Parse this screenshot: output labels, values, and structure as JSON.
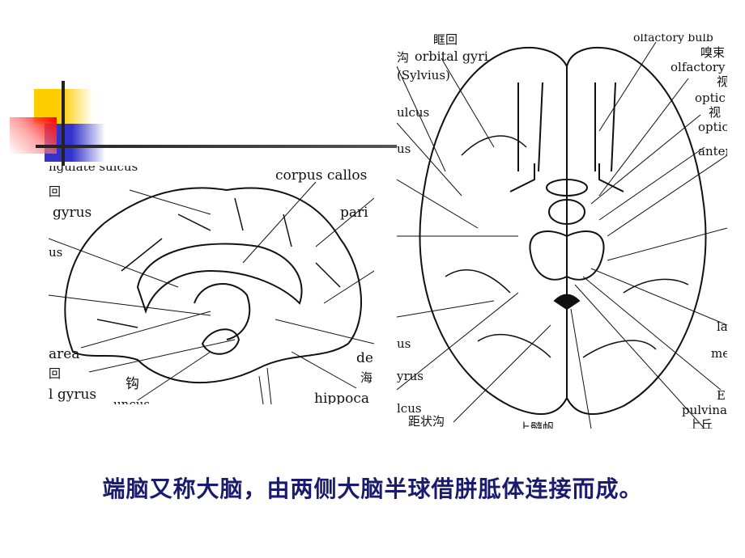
{
  "slide": {
    "caption": "端脑又称大脑，由两侧大脑半球借胼胝体连接而成。",
    "colors": {
      "caption": "#1a1a6e",
      "yellow": "#ffcc00",
      "blue": "#3333cc",
      "red": "#ff0000"
    }
  },
  "left_figure": {
    "labels": [
      "ngulate sulcus",
      "回",
      "gyrus",
      "us",
      "corpus callos",
      "pari",
      "area",
      "回",
      "钩",
      "l gyrus",
      "uncus",
      "de",
      "海",
      "hippoca"
    ]
  },
  "right_figure": {
    "labels": [
      "眶回",
      "orbital gyri",
      "沟",
      "(Sylvius)",
      "ulcus",
      "us",
      "olfactory bulb",
      "嗅束",
      "olfactory",
      "视",
      "optic",
      "视",
      "optic",
      "anter",
      "la",
      "me",
      "E",
      "pulvina",
      "上丘",
      "us",
      "yrus",
      "lcus",
      "距状沟",
      "上髓帆"
    ]
  }
}
